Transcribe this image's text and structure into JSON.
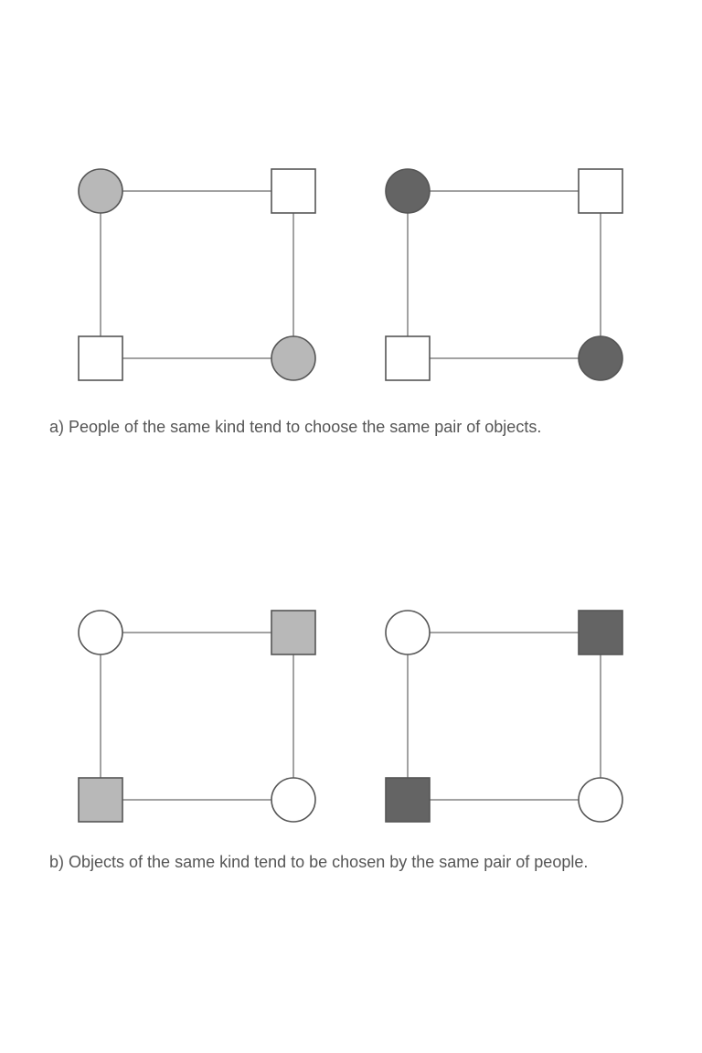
{
  "colors": {
    "white": "#ffffff",
    "light_gray": "#b8b8b8",
    "dark_gray": "#646464",
    "stroke": "#555555",
    "edge": "#444444"
  },
  "panels": [
    {
      "id": "a",
      "caption": "a) People of the same kind tend to choose the same pair of objects.",
      "quads": [
        {
          "nodes": [
            {
              "shape": "circle",
              "fill": "light_gray"
            },
            {
              "shape": "square",
              "fill": "white"
            },
            {
              "shape": "square",
              "fill": "white"
            },
            {
              "shape": "circle",
              "fill": "light_gray"
            }
          ]
        },
        {
          "nodes": [
            {
              "shape": "circle",
              "fill": "dark_gray"
            },
            {
              "shape": "square",
              "fill": "white"
            },
            {
              "shape": "square",
              "fill": "white"
            },
            {
              "shape": "circle",
              "fill": "dark_gray"
            }
          ]
        }
      ]
    },
    {
      "id": "b",
      "caption": "b) Objects of the same kind tend to be chosen by the same pair of people.",
      "quads": [
        {
          "nodes": [
            {
              "shape": "circle",
              "fill": "white"
            },
            {
              "shape": "square",
              "fill": "light_gray"
            },
            {
              "shape": "square",
              "fill": "light_gray"
            },
            {
              "shape": "circle",
              "fill": "white"
            }
          ]
        },
        {
          "nodes": [
            {
              "shape": "circle",
              "fill": "white"
            },
            {
              "shape": "square",
              "fill": "dark_gray"
            },
            {
              "shape": "square",
              "fill": "dark_gray"
            },
            {
              "shape": "circle",
              "fill": "white"
            }
          ]
        }
      ]
    }
  ]
}
